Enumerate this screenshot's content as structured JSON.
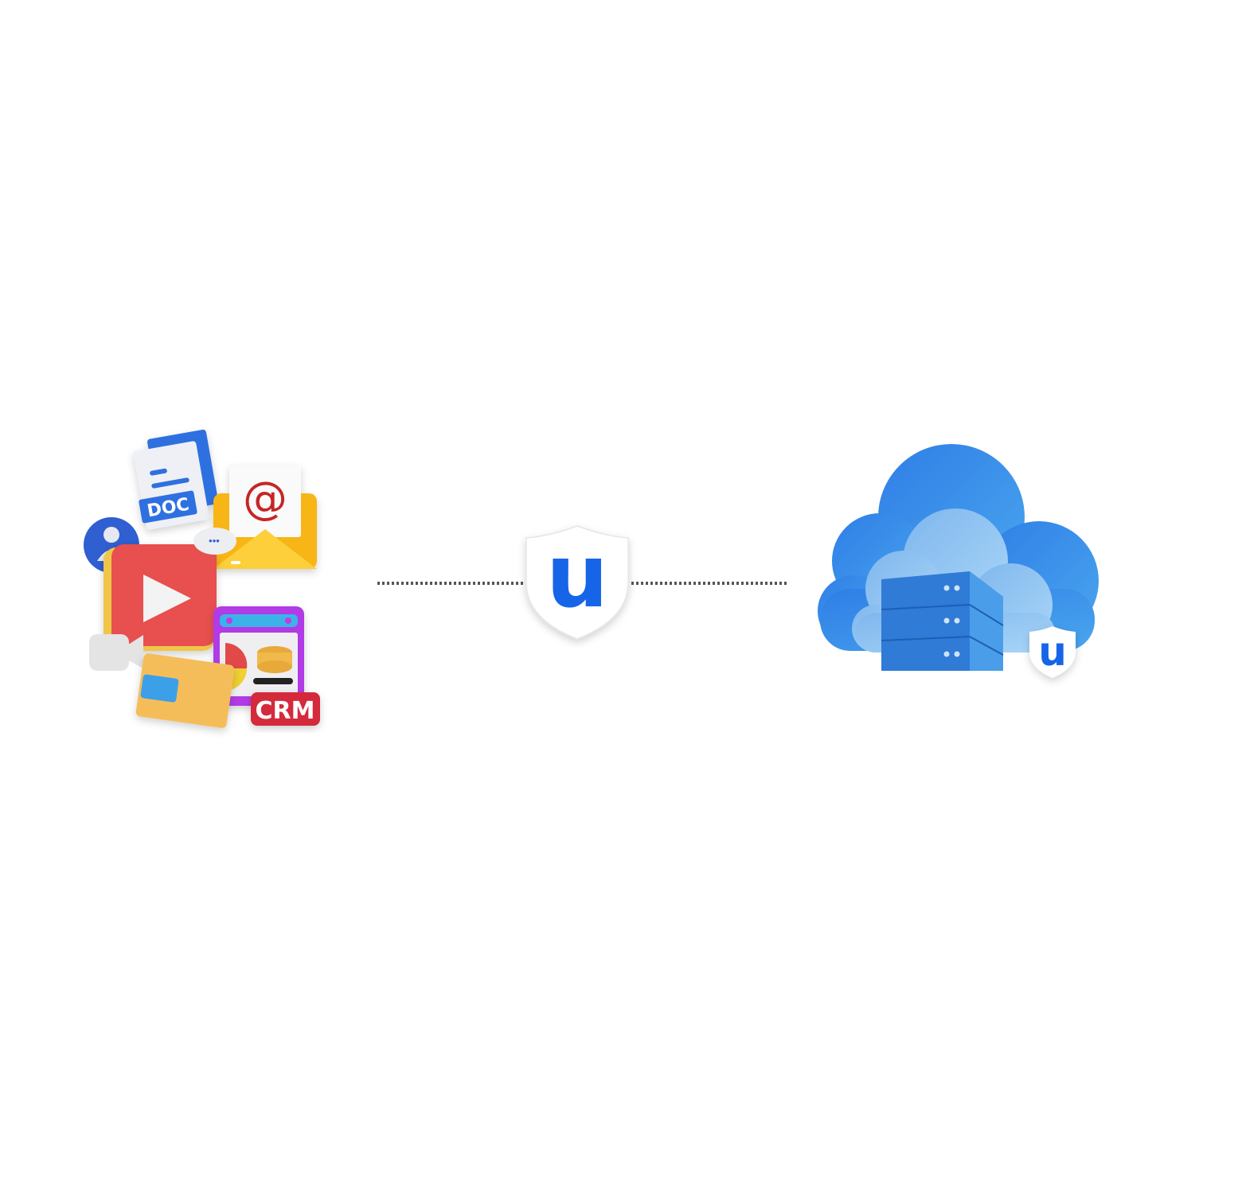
{
  "diagram": {
    "left_cluster": {
      "doc_label": "DOC",
      "crm_label": "CRM",
      "email_symbol": "@",
      "chat_dots": "•••"
    },
    "center_shield": {
      "logo_letter": "u"
    },
    "right_cloud": {
      "badge_letter": "u"
    },
    "colors": {
      "brand_blue": "#1565e8",
      "connector": "#555555",
      "cloud_dark": "#3a86e8",
      "cloud_light": "#8cc3f2",
      "server": "#2f7bd6"
    }
  }
}
